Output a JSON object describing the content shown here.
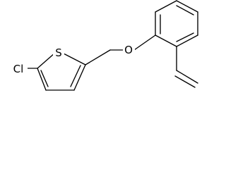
{
  "diagram": {
    "type": "chemical-structure",
    "atoms": {
      "chlorine": "Cl",
      "sulfur": "S",
      "oxygen": "O"
    }
  }
}
